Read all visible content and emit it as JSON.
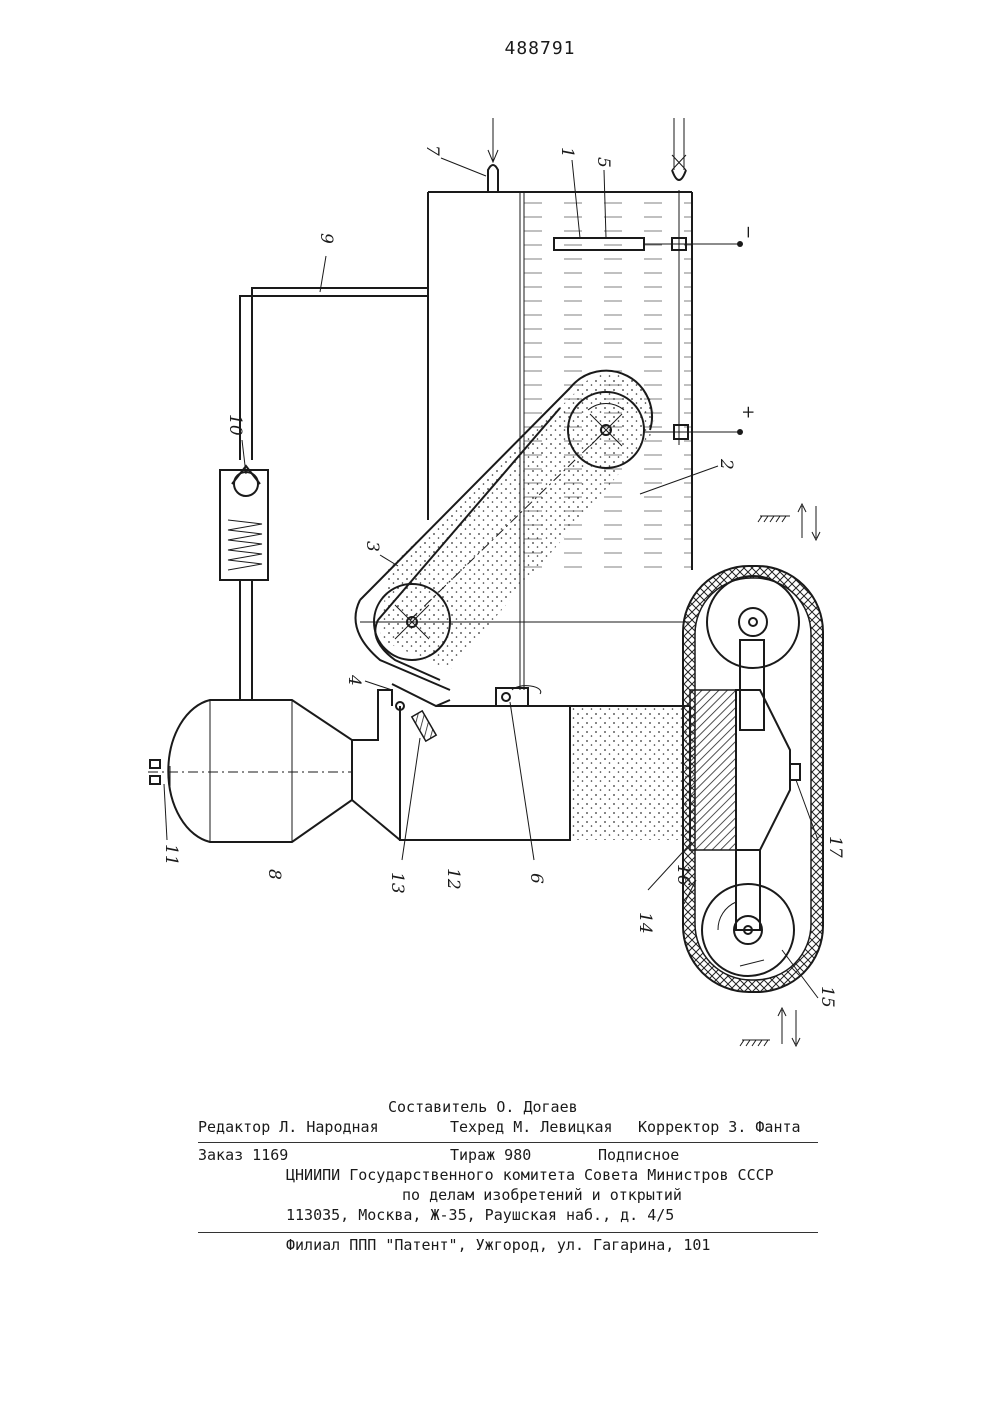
{
  "header": {
    "patent_number": "488791"
  },
  "figure": {
    "labels": [
      {
        "id": "1",
        "text": "1"
      },
      {
        "id": "2",
        "text": "2"
      },
      {
        "id": "3",
        "text": "3"
      },
      {
        "id": "4",
        "text": "4"
      },
      {
        "id": "5",
        "text": "5"
      },
      {
        "id": "6",
        "text": "6"
      },
      {
        "id": "7",
        "text": "7"
      },
      {
        "id": "8",
        "text": "8"
      },
      {
        "id": "9",
        "text": "9"
      },
      {
        "id": "10",
        "text": "10"
      },
      {
        "id": "11",
        "text": "11"
      },
      {
        "id": "12",
        "text": "12"
      },
      {
        "id": "13",
        "text": "13"
      },
      {
        "id": "14",
        "text": "14"
      },
      {
        "id": "15",
        "text": "15"
      },
      {
        "id": "16",
        "text": "16"
      },
      {
        "id": "17",
        "text": "17"
      }
    ],
    "polarity_minus": "−",
    "polarity_plus": "+"
  },
  "imprint": {
    "compiler": "Составитель О. Догаев",
    "editor": "Редактор Л. Народная",
    "techred": "Техред М. Левицкая",
    "corrector": "Корректор   З. Фанта",
    "order": "Заказ 1169",
    "circulation": "Тираж 980",
    "subscription": "Подписное",
    "org_line1": "ЦНИИПИ Государственного комитета Совета Министров СССР",
    "org_line2": "по делам изобретений и открытий",
    "address": "113035, Москва, Ж-35, Раушская наб., д. 4/5",
    "branch": "Филиал ППП \"Патент\", Ужгород, ул. Гагарина, 101"
  }
}
